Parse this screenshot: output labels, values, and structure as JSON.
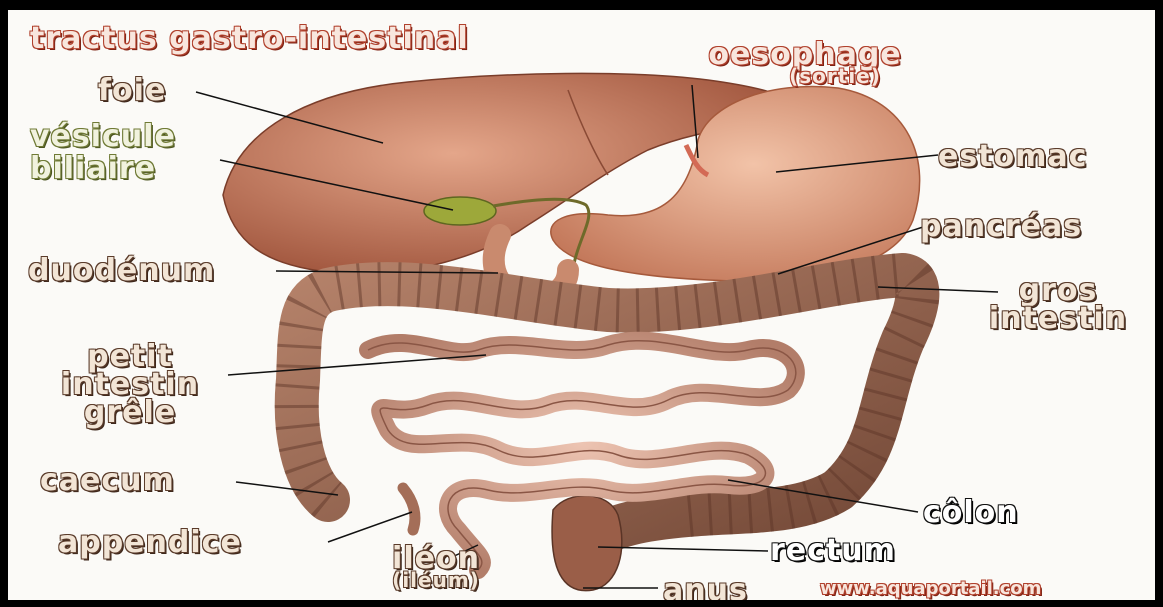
{
  "title": "tractus gastro-intestinal",
  "website": "www.aquaportail.com",
  "labels": {
    "oesophage": "oesophage",
    "oesophage_sub": "(sortie)",
    "foie": "foie",
    "vesicule_1": "vésicule",
    "vesicule_2": "biliaire",
    "estomac": "estomac",
    "pancreas": "pancréas",
    "duodenum": "duodénum",
    "gros_1": "gros",
    "gros_2": "intestin",
    "petit_1": "petit",
    "petit_2": "intestin",
    "petit_3": "grêle",
    "caecum": "caecum",
    "appendice": "appendice",
    "colon": "côlon",
    "rectum": "rectum",
    "ileon": "iléon",
    "ileon_sub": "(iléum)",
    "anus": "anus"
  },
  "colors": {
    "title": "#b0402c",
    "green_label": "#6f7a35",
    "tan_label": "#5a3b2a",
    "liver": "#c87a5c",
    "stomach": "#dc9877",
    "gallbladder": "#9da83a",
    "intestine": "#9c6a55",
    "small_intestine": "#d4a08c"
  }
}
